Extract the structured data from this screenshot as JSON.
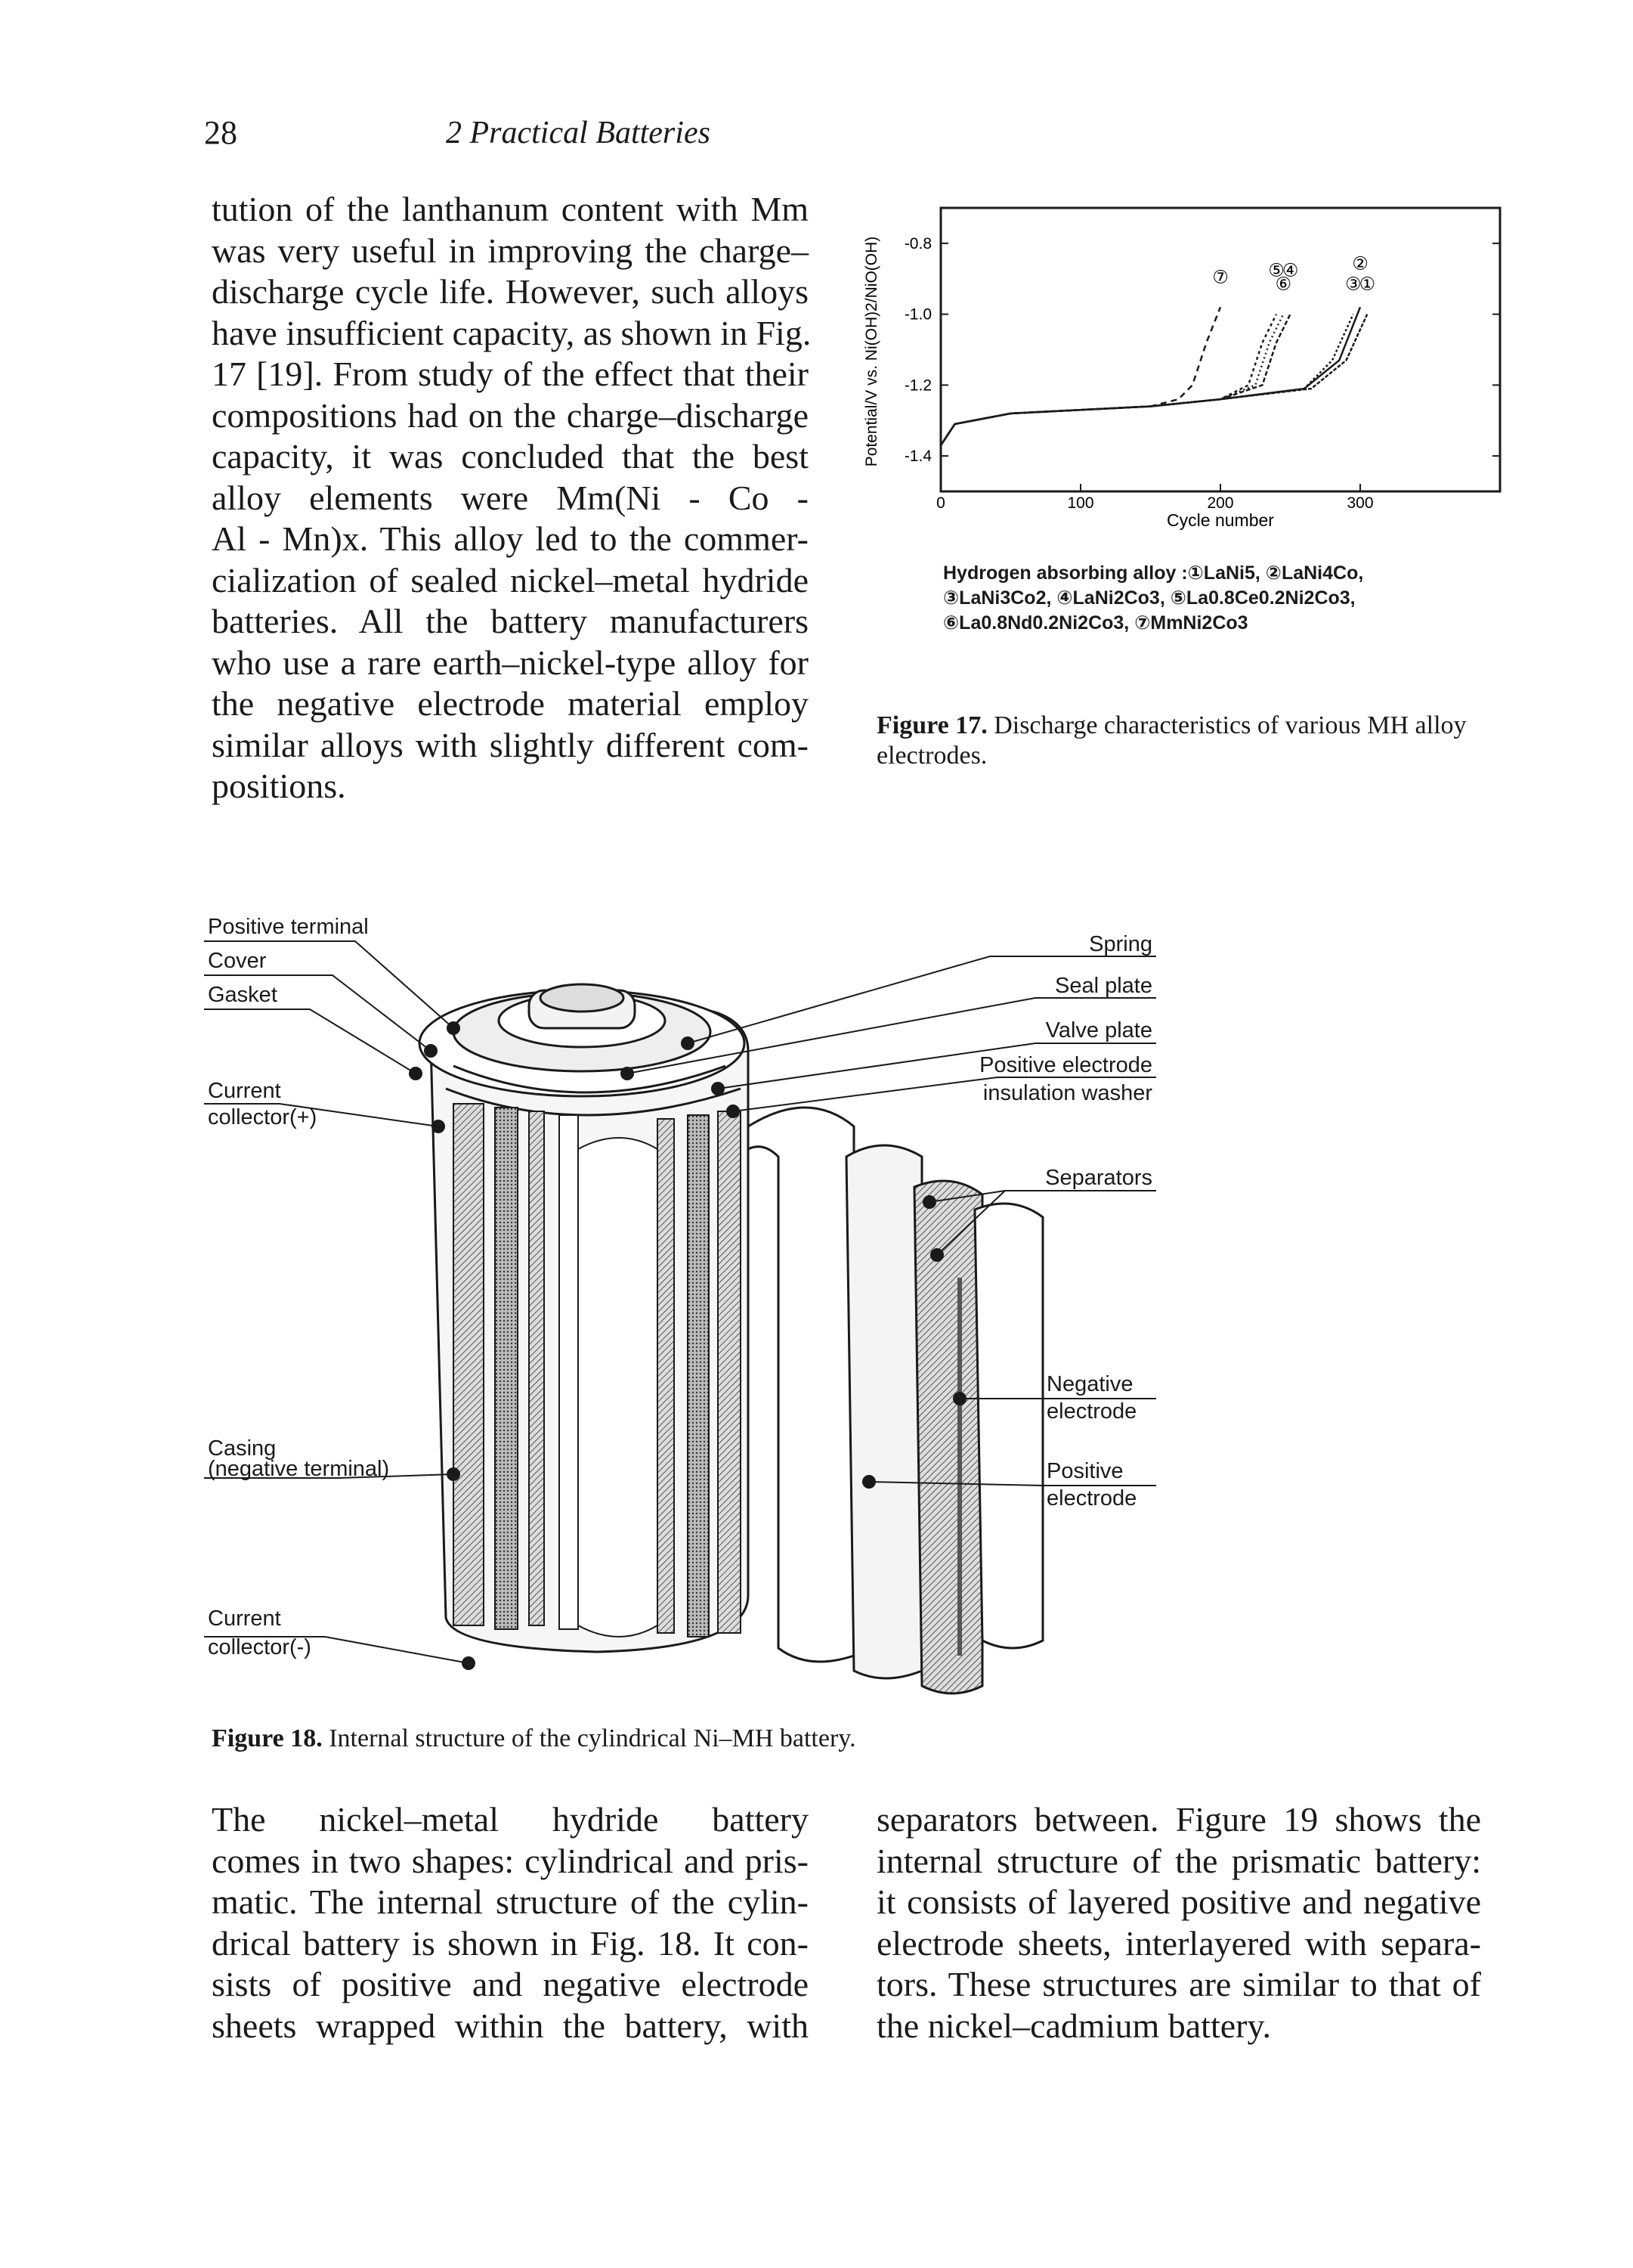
{
  "header": {
    "page_number": "28",
    "chapter_title": "2  Practical Batteries"
  },
  "left_column": {
    "lines": [
      "tution of the lanthanum content with Mm",
      "was very useful in improving the charge–",
      "discharge cycle life. However, such alloys",
      "have insufficient capacity, as shown in Fig.",
      "17 [19]. From study of the effect that their",
      "compositions had on the charge–discharge",
      "capacity, it was concluded that the best",
      "alloy   elements   were   Mm(Ni - Co -",
      "Al - Mn)x. This alloy led to the commer-",
      "cialization of sealed nickel–metal hydride",
      "batteries. All the battery manufacturers",
      "who use a rare earth–nickel-type alloy for",
      "the negative electrode material employ",
      "similar alloys with slightly different com-",
      "positions."
    ]
  },
  "figure17": {
    "caption_label": "Figure 17.",
    "caption_text": "Discharge characteristics of various MH alloy electrodes.",
    "legend_lines": [
      "Hydrogen absorbing alloy :①LaNi5, ②LaNi4Co,",
      "③LaNi3Co2, ④LaNi2Co3, ⑤La0.8Ce0.2Ni2Co3,",
      "⑥La0.8Nd0.2Ni2Co3, ⑦MmNi2Co3"
    ],
    "curve_labels": [
      "⑦",
      "⑤",
      "⑥",
      "④",
      "③",
      "②",
      "①"
    ]
  },
  "chart_data": {
    "type": "line",
    "xlabel": "Cycle number",
    "ylabel": "Potential/V vs. Ni(OH)2/NiO(OH)",
    "xlim": [
      0,
      400
    ],
    "ylim": [
      -1.5,
      -0.7
    ],
    "x_ticks": [
      "0",
      "100",
      "200",
      "300"
    ],
    "y_ticks": [
      "-0.8",
      "-1.0",
      "-1.2",
      "-1.4"
    ],
    "grid": false,
    "series": [
      {
        "name": "⑦",
        "x": [
          0,
          10,
          50,
          100,
          150,
          170,
          180,
          190,
          200
        ],
        "y": [
          -1.37,
          -1.31,
          -1.28,
          -1.27,
          -1.26,
          -1.24,
          -1.2,
          -1.08,
          -0.98
        ]
      },
      {
        "name": "⑤",
        "x": [
          0,
          10,
          50,
          100,
          150,
          200,
          220,
          230,
          240
        ],
        "y": [
          -1.37,
          -1.31,
          -1.28,
          -1.27,
          -1.26,
          -1.24,
          -1.2,
          -1.08,
          -1.0
        ]
      },
      {
        "name": "⑥",
        "x": [
          0,
          10,
          50,
          100,
          150,
          200,
          225,
          235,
          245
        ],
        "y": [
          -1.37,
          -1.31,
          -1.28,
          -1.27,
          -1.26,
          -1.24,
          -1.2,
          -1.08,
          -1.0
        ]
      },
      {
        "name": "④",
        "x": [
          0,
          10,
          50,
          100,
          150,
          200,
          230,
          240,
          250
        ],
        "y": [
          -1.37,
          -1.31,
          -1.28,
          -1.27,
          -1.26,
          -1.24,
          -1.2,
          -1.08,
          -1.0
        ]
      },
      {
        "name": "③",
        "x": [
          0,
          10,
          50,
          100,
          150,
          200,
          260,
          280,
          295
        ],
        "y": [
          -1.37,
          -1.31,
          -1.28,
          -1.27,
          -1.26,
          -1.24,
          -1.21,
          -1.13,
          -1.0
        ]
      },
      {
        "name": "②",
        "x": [
          0,
          10,
          50,
          100,
          150,
          200,
          260,
          285,
          300
        ],
        "y": [
          -1.37,
          -1.31,
          -1.28,
          -1.27,
          -1.26,
          -1.24,
          -1.21,
          -1.13,
          -0.98
        ]
      },
      {
        "name": "①",
        "x": [
          0,
          10,
          50,
          100,
          150,
          200,
          265,
          290,
          305
        ],
        "y": [
          -1.37,
          -1.31,
          -1.28,
          -1.27,
          -1.26,
          -1.24,
          -1.21,
          -1.13,
          -1.0
        ]
      }
    ]
  },
  "figure18": {
    "caption_label": "Figure 18.",
    "caption_text": "Internal structure of the cylindrical Ni–MH battery.",
    "labels": {
      "positive_terminal": "Positive terminal",
      "cover": "Cover",
      "gasket": "Gasket",
      "current_collector_pos_1": "Current",
      "current_collector_pos_2": "collector(+)",
      "casing_1": "Casing",
      "casing_2": "(negative terminal)",
      "current_collector_neg_1": "Current",
      "current_collector_neg_2": "collector(-)",
      "spring": "Spring",
      "seal_plate": "Seal plate",
      "valve_plate": "Valve plate",
      "pos_insulation_1": "Positive electrode",
      "pos_insulation_2": "insulation washer",
      "separators": "Separators",
      "negative_electrode_1": "Negative",
      "negative_electrode_2": "electrode",
      "positive_electrode_1": "Positive",
      "positive_electrode_2": "electrode"
    }
  },
  "bottom_left": {
    "lines": [
      "The   nickel–metal   hydride   battery",
      "comes in two shapes: cylindrical and pris-",
      "matic. The internal structure of the cylin-",
      "drical battery is shown in Fig. 18. It con-",
      "sists of positive and negative electrode",
      "sheets wrapped within the battery, with"
    ]
  },
  "bottom_right": {
    "lines": [
      "separators between. Figure 19 shows the",
      "internal structure of the prismatic battery:",
      "it consists of layered positive and negative",
      "electrode sheets, interlayered with separa-",
      "tors. These structures are similar to that of",
      "the nickel–cadmium battery."
    ]
  }
}
